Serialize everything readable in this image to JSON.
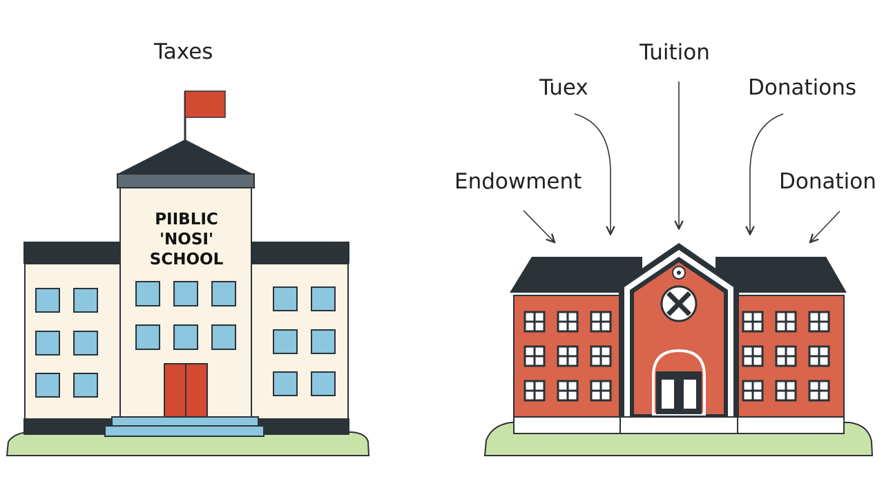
{
  "public_school": {
    "funding_label": "Taxes",
    "sign": {
      "line1": "PIIBLIC",
      "line2": "'NOSI'",
      "line3": "SCHOOL"
    },
    "colors": {
      "wall": "#fbf3e4",
      "window": "#8cc6df",
      "roof": "#2b3238",
      "door": "#d24a32",
      "flag": "#d24a32",
      "steps": "#8cc6df"
    }
  },
  "private_school": {
    "funding_labels": {
      "top": "Tuition",
      "upper_left": "Tuex",
      "upper_right": "Donations",
      "left": "Endowment",
      "right": "Donation"
    },
    "colors": {
      "brick": "#d9654c",
      "roof": "#2b3238",
      "trim": "#ffffff"
    }
  },
  "ground_color": "#c8e3a8"
}
